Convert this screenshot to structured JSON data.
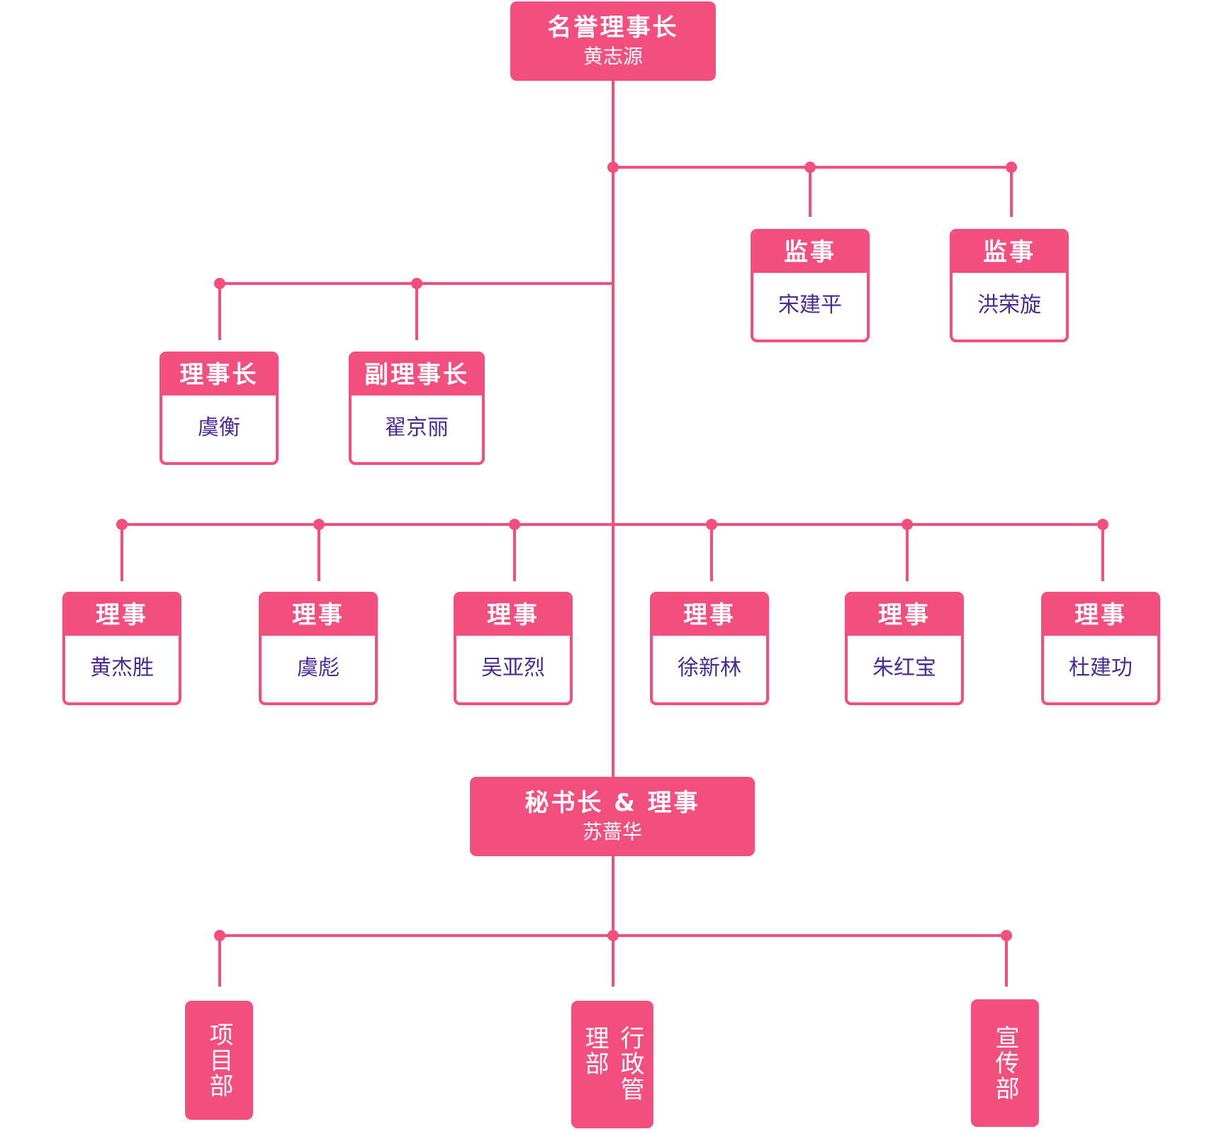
{
  "colors": {
    "accent": "#f24f7f",
    "name_text": "#4a2a93",
    "header_text": "#ffffff"
  },
  "honorary": {
    "title": "名誉理事长",
    "name": "黄志源"
  },
  "supervisors": [
    {
      "title": "监事",
      "name": "宋建平"
    },
    {
      "title": "监事",
      "name": "洪荣旋"
    }
  ],
  "leaders": [
    {
      "title": "理事长",
      "name": "虞衡"
    },
    {
      "title": "副理事长",
      "name": "翟京丽"
    }
  ],
  "directors": [
    {
      "title": "理事",
      "name": "黄杰胜"
    },
    {
      "title": "理事",
      "name": "虞彪"
    },
    {
      "title": "理事",
      "name": "吴亚烈"
    },
    {
      "title": "理事",
      "name": "徐新林"
    },
    {
      "title": "理事",
      "name": "朱红宝"
    },
    {
      "title": "理事",
      "name": "杜建功"
    }
  ],
  "secretary": {
    "title": "秘书长 & 理事",
    "name": "苏蔷华"
  },
  "departments": [
    {
      "label": "项目部"
    },
    {
      "label": "行政管理部"
    },
    {
      "label": "宣传部"
    }
  ]
}
